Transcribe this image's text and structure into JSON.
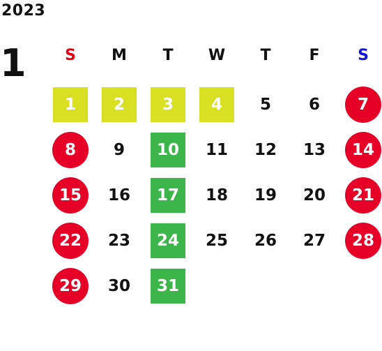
{
  "year": "2023",
  "month": "1",
  "colors": {
    "holiday": "#e60027",
    "special": "#d8e021",
    "closed": "#3cb54a",
    "sunday_header": "#e60012",
    "saturday_header": "#1515dd",
    "weekday_header": "#111111"
  },
  "weekdays": [
    {
      "label": "S",
      "kind": "sunday"
    },
    {
      "label": "M",
      "kind": "weekday"
    },
    {
      "label": "T",
      "kind": "weekday"
    },
    {
      "label": "W",
      "kind": "weekday"
    },
    {
      "label": "T",
      "kind": "weekday"
    },
    {
      "label": "F",
      "kind": "weekday"
    },
    {
      "label": "S",
      "kind": "saturday"
    }
  ],
  "days": [
    {
      "day": "1",
      "col": 0,
      "row": 0,
      "style": "special"
    },
    {
      "day": "2",
      "col": 1,
      "row": 0,
      "style": "special"
    },
    {
      "day": "3",
      "col": 2,
      "row": 0,
      "style": "special"
    },
    {
      "day": "4",
      "col": 3,
      "row": 0,
      "style": "special"
    },
    {
      "day": "5",
      "col": 4,
      "row": 0,
      "style": "normal"
    },
    {
      "day": "6",
      "col": 5,
      "row": 0,
      "style": "normal"
    },
    {
      "day": "7",
      "col": 6,
      "row": 0,
      "style": "holiday"
    },
    {
      "day": "8",
      "col": 0,
      "row": 1,
      "style": "holiday"
    },
    {
      "day": "9",
      "col": 1,
      "row": 1,
      "style": "normal"
    },
    {
      "day": "10",
      "col": 2,
      "row": 1,
      "style": "closed"
    },
    {
      "day": "11",
      "col": 3,
      "row": 1,
      "style": "normal"
    },
    {
      "day": "12",
      "col": 4,
      "row": 1,
      "style": "normal"
    },
    {
      "day": "13",
      "col": 5,
      "row": 1,
      "style": "normal"
    },
    {
      "day": "14",
      "col": 6,
      "row": 1,
      "style": "holiday"
    },
    {
      "day": "15",
      "col": 0,
      "row": 2,
      "style": "holiday"
    },
    {
      "day": "16",
      "col": 1,
      "row": 2,
      "style": "normal"
    },
    {
      "day": "17",
      "col": 2,
      "row": 2,
      "style": "closed"
    },
    {
      "day": "18",
      "col": 3,
      "row": 2,
      "style": "normal"
    },
    {
      "day": "19",
      "col": 4,
      "row": 2,
      "style": "normal"
    },
    {
      "day": "20",
      "col": 5,
      "row": 2,
      "style": "normal"
    },
    {
      "day": "21",
      "col": 6,
      "row": 2,
      "style": "holiday"
    },
    {
      "day": "22",
      "col": 0,
      "row": 3,
      "style": "holiday"
    },
    {
      "day": "23",
      "col": 1,
      "row": 3,
      "style": "normal"
    },
    {
      "day": "24",
      "col": 2,
      "row": 3,
      "style": "closed"
    },
    {
      "day": "25",
      "col": 3,
      "row": 3,
      "style": "normal"
    },
    {
      "day": "26",
      "col": 4,
      "row": 3,
      "style": "normal"
    },
    {
      "day": "27",
      "col": 5,
      "row": 3,
      "style": "normal"
    },
    {
      "day": "28",
      "col": 6,
      "row": 3,
      "style": "holiday"
    },
    {
      "day": "29",
      "col": 0,
      "row": 4,
      "style": "holiday"
    },
    {
      "day": "30",
      "col": 1,
      "row": 4,
      "style": "normal"
    },
    {
      "day": "31",
      "col": 2,
      "row": 4,
      "style": "closed"
    }
  ]
}
